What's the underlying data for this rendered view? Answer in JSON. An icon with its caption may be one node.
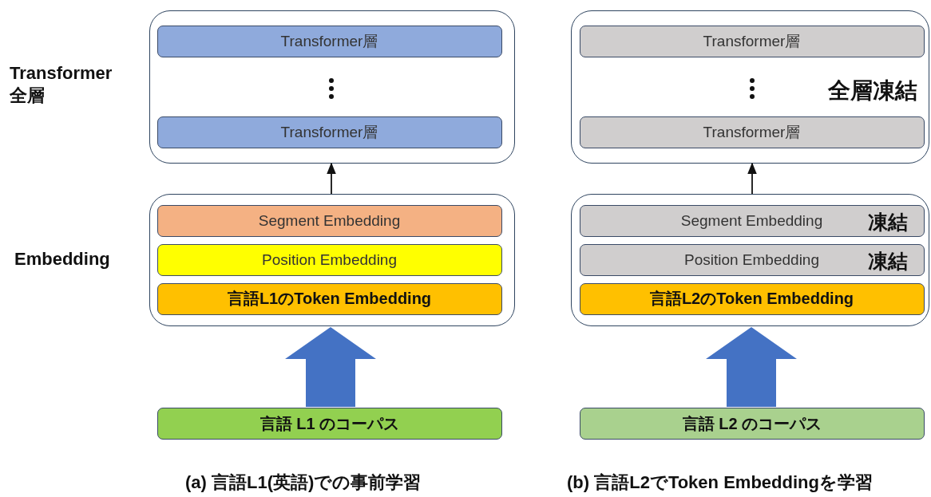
{
  "diagram": {
    "nodes": [
      {
        "text": [],
        "shape": "box"
      },
      {
        "text": [
          "Transformer層"
        ],
        "in": 0
      },
      {
        "text": [
          "Transformer層"
        ],
        "in": 0
      },
      {
        "text": [],
        "shape": "box"
      },
      {
        "text": [
          "Segment Embedding"
        ],
        "in": 3
      },
      {
        "text": [
          "Position Embedding"
        ],
        "in": 3
      },
      {
        "text": [
          "言語L1のToken Embedding"
        ],
        "in": 3
      },
      {
        "text": [
          "言語 L1 のコーパス"
        ]
      },
      {
        "text": [
          "全層凍結"
        ]
      },
      {
        "text": [
          "Transformer層"
        ],
        "in": 8
      },
      {
        "text": [
          "Transformer層"
        ],
        "in": 8
      },
      {
        "text": [],
        "shape": "box"
      },
      {
        "text": [
          "Segment Embedding",
          "凍結"
        ],
        "in": 11
      },
      {
        "text": [
          "Position Embedding",
          "凍結"
        ],
        "in": 11
      },
      {
        "text": [
          "言語L2のToken Embedding"
        ],
        "in": 11
      },
      {
        "text": [
          "言語 L2 のコーパス"
        ]
      }
    ],
    "edges": [
      {
        "from": 3,
        "to": 0,
        "arrow": "to"
      },
      {
        "from": 7,
        "to": 3,
        "arrow": "to",
        "style": "thick",
        "color": "#4472c4"
      },
      {
        "from": 11,
        "to": 8,
        "arrow": "to"
      },
      {
        "from": 15,
        "to": 11,
        "arrow": "to",
        "style": "thick",
        "color": "#4472c4"
      }
    ],
    "labels": [
      "Transformer 全層",
      "Embedding",
      "(a) 言語L1(英語)での事前学習",
      "(b) 言語L2でToken Embeddingを学習"
    ]
  }
}
